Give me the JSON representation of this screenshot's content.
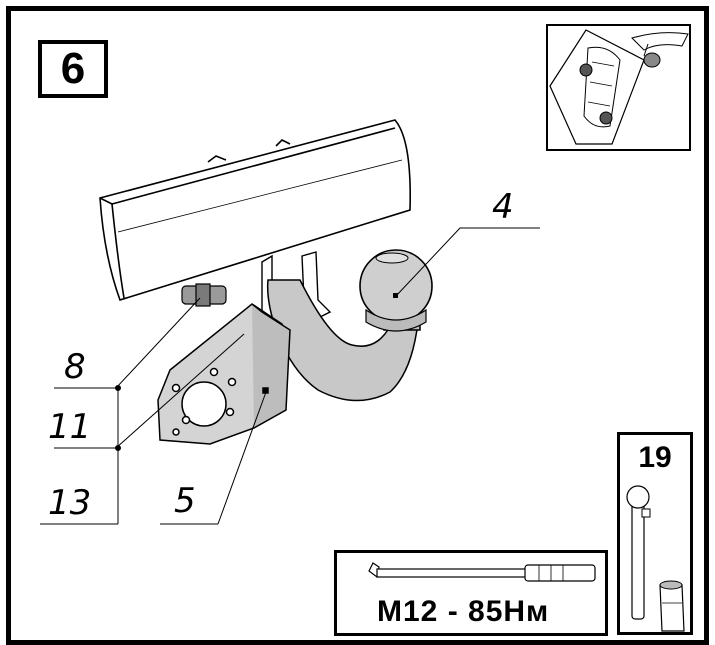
{
  "step_number": "6",
  "callouts": {
    "part_4": "4",
    "part_8": "8",
    "part_11": "11",
    "part_13": "13",
    "part_5": "5"
  },
  "tool_number": "19",
  "torque_spec": "M12 - 85Нм"
}
